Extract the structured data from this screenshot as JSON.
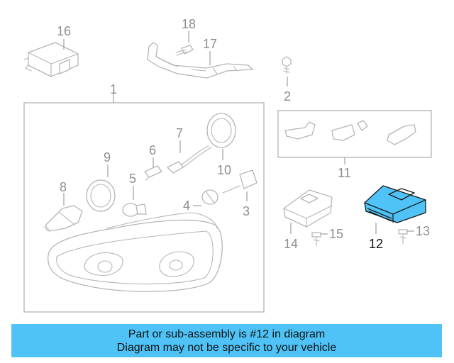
{
  "highlight_color": "#4fc3f7",
  "callouts": {
    "c1": "1",
    "c2": "2",
    "c3": "3",
    "c4": "4",
    "c5": "5",
    "c6": "6",
    "c7": "7",
    "c8": "8",
    "c9": "9",
    "c10": "10",
    "c11": "11",
    "c12": "12",
    "c13": "13",
    "c14": "14",
    "c15": "15",
    "c16": "16",
    "c17": "17",
    "c18": "18"
  },
  "banner": {
    "line1": "Part or sub-assembly is #12 in diagram",
    "line2": "Diagram may not be specific to your vehicle"
  }
}
